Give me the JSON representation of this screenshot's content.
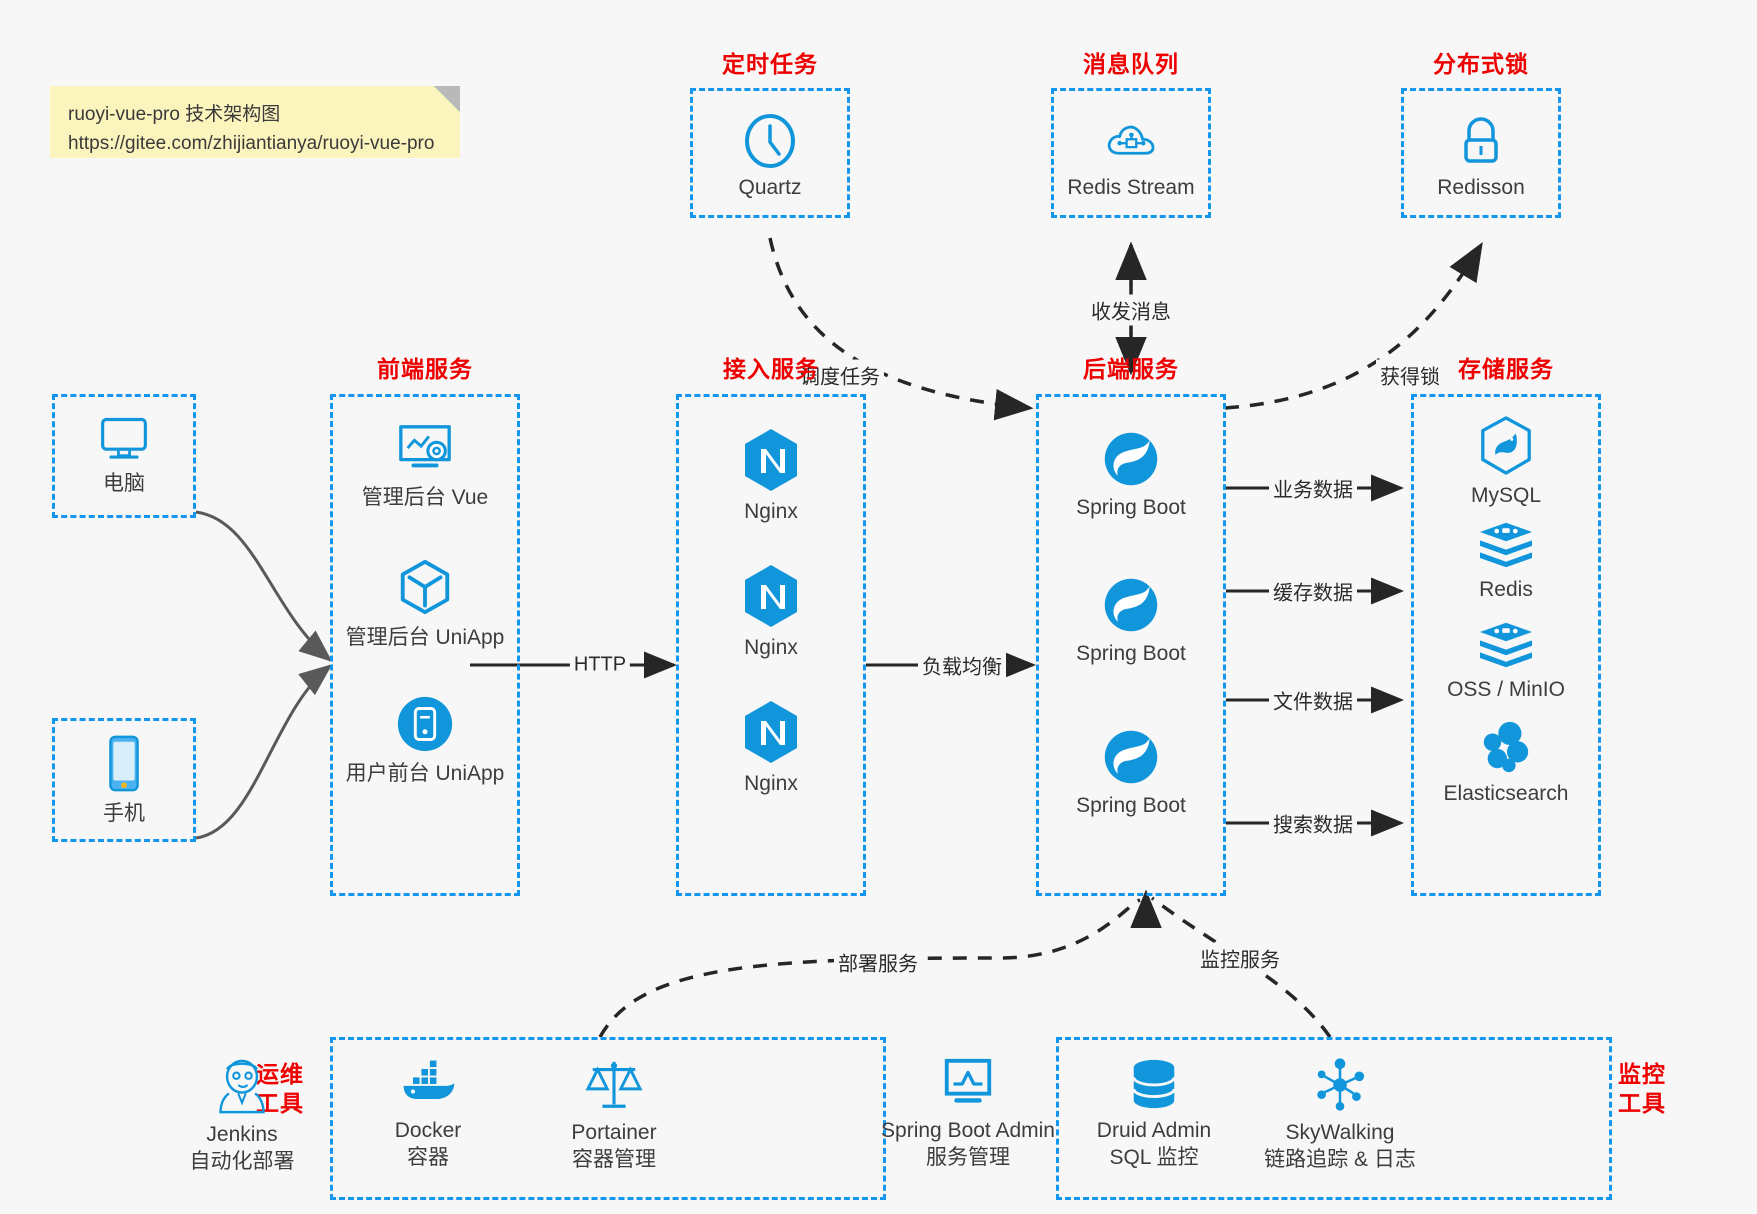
{
  "note": {
    "line1": "ruoyi-vue-pro 技术架构图",
    "line2": "https://gitee.com/zhijiantianya/ruoyi-vue-pro"
  },
  "groups": {
    "scheduler": {
      "title": "定时任务"
    },
    "mq": {
      "title": "消息队列"
    },
    "lock": {
      "title": "分布式锁"
    },
    "frontend": {
      "title": "前端服务"
    },
    "gateway": {
      "title": "接入服务"
    },
    "backend": {
      "title": "后端服务"
    },
    "storage": {
      "title": "存储服务"
    },
    "devops": {
      "title_line1": "运维",
      "title_line2": "工具"
    },
    "monitor": {
      "title_line1": "监控",
      "title_line2": "工具"
    }
  },
  "nodes": {
    "quartz": {
      "label": "Quartz",
      "icon": "clock-icon"
    },
    "redis_stream": {
      "label": "Redis Stream",
      "icon": "cloud-network-icon"
    },
    "redisson": {
      "label": "Redisson",
      "icon": "lock-icon"
    },
    "pc": {
      "label": "电脑",
      "icon": "desktop-icon"
    },
    "mobile": {
      "label": "手机",
      "icon": "smartphone-icon"
    },
    "admin_vue": {
      "label": "管理后台 Vue",
      "icon": "monitor-settings-icon"
    },
    "admin_uniapp": {
      "label": "管理后台 UniApp",
      "icon": "cube-icon"
    },
    "user_uniapp": {
      "label": "用户前台 UniApp",
      "icon": "mobile-app-icon"
    },
    "nginx1": {
      "label": "Nginx",
      "icon": "nginx-icon"
    },
    "nginx2": {
      "label": "Nginx",
      "icon": "nginx-icon"
    },
    "nginx3": {
      "label": "Nginx",
      "icon": "nginx-icon"
    },
    "springboot1": {
      "label": "Spring Boot",
      "icon": "spring-leaf-icon"
    },
    "springboot2": {
      "label": "Spring Boot",
      "icon": "spring-leaf-icon"
    },
    "springboot3": {
      "label": "Spring Boot",
      "icon": "spring-leaf-icon"
    },
    "mysql": {
      "label": "MySQL",
      "icon": "mysql-dolphin-icon"
    },
    "redis": {
      "label": "Redis",
      "icon": "redis-stack-icon"
    },
    "oss": {
      "label": "OSS / MinIO",
      "icon": "redis-stack-icon"
    },
    "elasticsearch": {
      "label": "Elasticsearch",
      "icon": "elasticsearch-icon"
    },
    "jenkins": {
      "label": "Jenkins",
      "sub": "自动化部署",
      "icon": "jenkins-butler-icon"
    },
    "docker": {
      "label": "Docker",
      "sub": "容器",
      "icon": "docker-whale-icon"
    },
    "portainer": {
      "label": "Portainer",
      "sub": "容器管理",
      "icon": "scales-icon"
    },
    "sba": {
      "label": "Spring Boot Admin",
      "sub": "服务管理",
      "icon": "monitor-chart-icon"
    },
    "druid": {
      "label": "Druid Admin",
      "sub": "SQL 监控",
      "icon": "database-icon"
    },
    "skywalking": {
      "label": "SkyWalking",
      "sub": "链路追踪 & 日志",
      "icon": "skywalking-node-icon"
    }
  },
  "edges": [
    {
      "id": "http",
      "label": "HTTP"
    },
    {
      "id": "lb",
      "label": "负载均衡"
    },
    {
      "id": "schedule",
      "label": "调度任务"
    },
    {
      "id": "message",
      "label": "收发消息"
    },
    {
      "id": "getlock",
      "label": "获得锁"
    },
    {
      "id": "biz_data",
      "label": "业务数据"
    },
    {
      "id": "cache_data",
      "label": "缓存数据"
    },
    {
      "id": "file_data",
      "label": "文件数据"
    },
    {
      "id": "search_data",
      "label": "搜索数据"
    },
    {
      "id": "deploy",
      "label": "部署服务"
    },
    {
      "id": "monitor",
      "label": "监控服务"
    }
  ],
  "colors": {
    "accent_blue": "#1296f0",
    "icon_blue": "#1296db",
    "title_red": "#ee0000",
    "edge_gray": "#262626",
    "client_edge_gray": "#595959",
    "background": "#f7f7f7",
    "note_yellow": "#fbf4bd"
  }
}
